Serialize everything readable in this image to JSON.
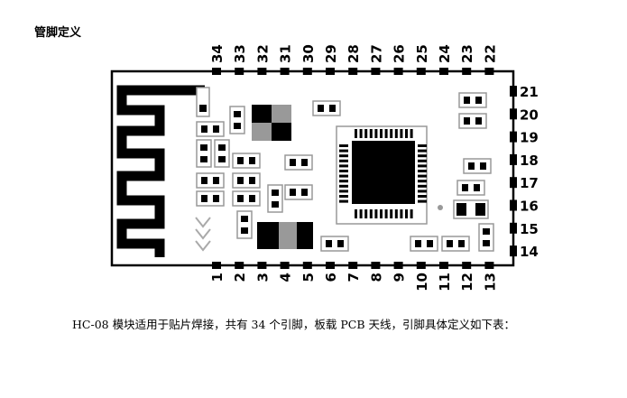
{
  "heading": "管脚定义",
  "pins_top": [
    "34",
    "33",
    "32",
    "31",
    "30",
    "29",
    "28",
    "27",
    "26",
    "25",
    "24",
    "23",
    "22"
  ],
  "pins_right": [
    "21",
    "20",
    "19",
    "18",
    "17",
    "16",
    "15",
    "14"
  ],
  "pins_bottom": [
    "1",
    "2",
    "3",
    "4",
    "5",
    "6",
    "7",
    "8",
    "9",
    "10",
    "11",
    "12",
    "13"
  ],
  "caption": "HC-08 模块适用于贴片焊接，共有 34 个引脚，板载 PCB 天线，引脚具体定义如下表："
}
